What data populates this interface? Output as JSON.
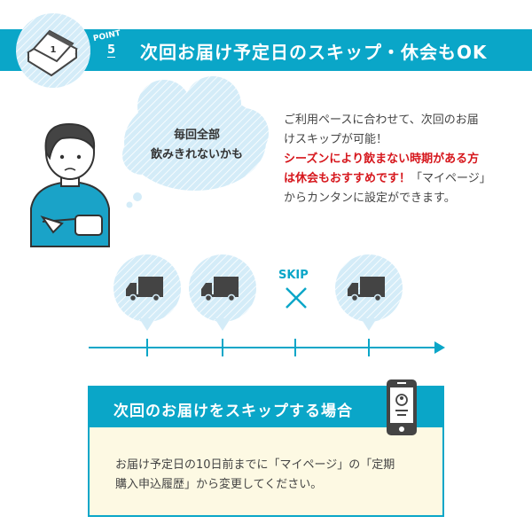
{
  "header": {
    "point_label": "POINT",
    "point_number": "5",
    "title": "次回お届け予定日のスキップ・休会もOK",
    "icon": "calendar-icon"
  },
  "thought": {
    "line1": "毎回全部",
    "line2": "飲みきれないかも"
  },
  "description": {
    "line1": "ご利用ペースに合わせて、次回のお届",
    "line2": "けスキップが可能！",
    "red1": "シーズンにより飲まない時期がある方",
    "red2": "は休会もおすすめです！",
    "line4_rest": "「マイページ」",
    "line5": "からカンタンに設定ができます。"
  },
  "timeline": {
    "skip_label": "SKIP",
    "steps": [
      "truck",
      "truck",
      "skip",
      "truck"
    ]
  },
  "skip_box": {
    "title": "次回のお届けをスキップする場合",
    "body1": "お届け予定日の10日前までに「マイページ」の「定期",
    "body2": "購入申込履歴」から変更してください。",
    "icon": "smartphone-icon"
  },
  "colors": {
    "accent": "#0aa6c8",
    "red": "#d6161c",
    "cream": "#fdf9e3",
    "light_blue": "#cfe9f7"
  }
}
